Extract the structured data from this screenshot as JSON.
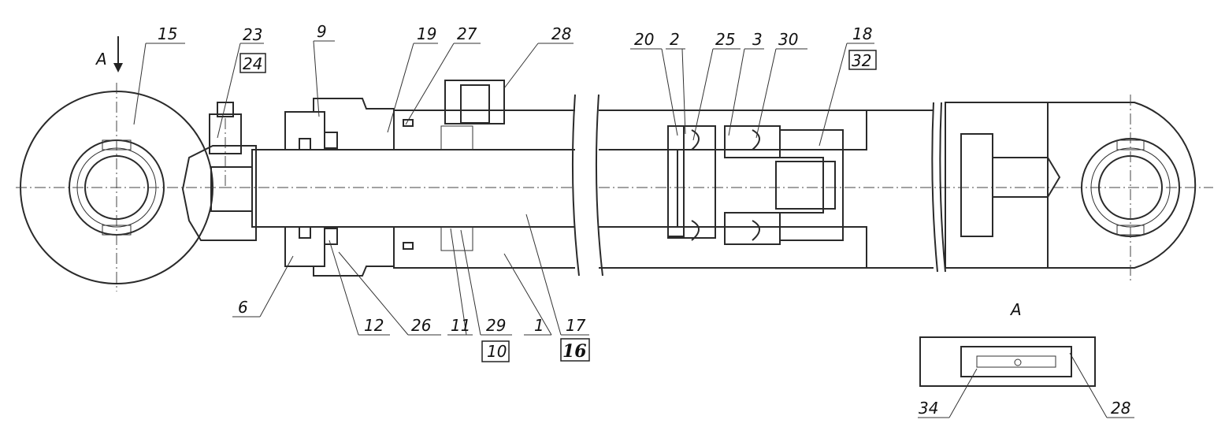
{
  "drawing": {
    "view_marker": "A",
    "section_title": "A",
    "callouts": {
      "c15": "15",
      "c23": "23",
      "c24": "24",
      "c9": "9",
      "c19": "19",
      "c27": "27",
      "c28": "28",
      "c20": "20",
      "c2": "2",
      "c25": "25",
      "c3": "3",
      "c30": "30",
      "c18": "18",
      "c32": "32",
      "c6": "6",
      "c12": "12",
      "c26": "26",
      "c11": "11",
      "c29": "29",
      "c10": "10",
      "c1": "1",
      "c17": "17",
      "c16": "16",
      "c34": "34",
      "c28b": "28"
    }
  }
}
